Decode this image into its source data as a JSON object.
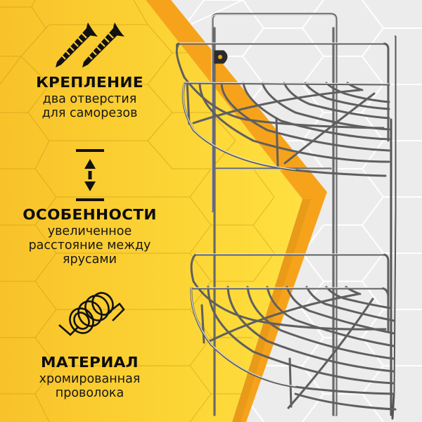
{
  "banner": {
    "colors": {
      "yellow_left": "#F8C22A",
      "yellow_center": "#FEDE3C",
      "orange_stripe": "#F6A31B",
      "background_grey": "#ECECEC",
      "hex_line_yellow": "#C89A12",
      "hex_line_grey": "#FFFFFF",
      "text": "#111111"
    },
    "features": [
      {
        "icon": "screws-icon",
        "title": "КРЕПЛЕНИЕ",
        "lines": [
          "два отверстия",
          "для саморезов"
        ]
      },
      {
        "icon": "vertical-distance-icon",
        "title": "ОСОБЕННОСТИ",
        "lines": [
          "увеличенное",
          "расстояние между",
          "ярусами"
        ]
      },
      {
        "icon": "wire-coil-icon",
        "title": "МАТЕРИАЛ",
        "lines": [
          "хромированная",
          "проволока"
        ]
      }
    ],
    "product": {
      "name": "chrome-wire-corner-shelf-two-tier",
      "tiers": 2
    }
  }
}
